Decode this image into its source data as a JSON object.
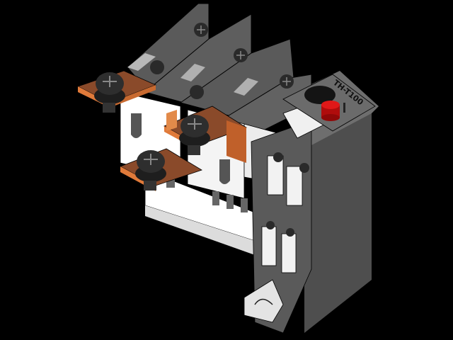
{
  "scene": {
    "background": "#000000",
    "subject": "thermal overload relay 3D CAD render",
    "model_label": "TH-T100",
    "poles": 3,
    "colors": {
      "housing_dark": "#4a4a4a",
      "housing_mid": "#6b6b6b",
      "housing_light": "#9a9a9a",
      "white_face": "#ffffff",
      "white_shade": "#e6e6e6",
      "copper_top": "#8a4a2a",
      "copper_edge": "#e07a3a",
      "screw": "#2a2a2a",
      "reset_button": "#d01010",
      "dial": "#151515"
    },
    "parts": {
      "terminals_top": 3,
      "copper_straps": 3,
      "aux_terminals": 4,
      "reset_button": "red"
    }
  }
}
